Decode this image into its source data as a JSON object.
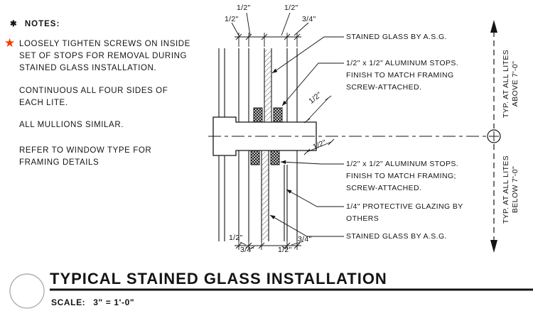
{
  "colors": {
    "ink": "#141414",
    "star": "#f23b00",
    "bubble_gray": "#b0b0b0"
  },
  "icons": {
    "asterisk": "✱",
    "star": "★"
  },
  "notes": {
    "heading": "NOTES:",
    "starred": [
      "LOOSELY TIGHTEN SCREWS ON INSIDE",
      "SET OF STOPS FOR REMOVAL DURING",
      "STAINED GLASS INSTALLATION."
    ],
    "continuous": [
      "CONTINUOUS ALL FOUR SIDES OF",
      "EACH LITE."
    ],
    "mullions": [
      "ALL MULLIONS SIMILAR."
    ],
    "refer": [
      "REFER TO WINDOW TYPE FOR",
      "FRAMING DETAILS"
    ]
  },
  "dimensions": {
    "top_row1": [
      "1/2\"",
      "1/2\""
    ],
    "top_row2": [
      "1/2\"",
      "3/4\""
    ],
    "bottom_row1": [
      "1/2\"",
      "3/4\""
    ],
    "bottom_row2": [
      "3/4\"",
      "1/2\""
    ],
    "mullion_upper": "1/2\"",
    "mullion_lower": "1/2\""
  },
  "callouts": {
    "glass_top": [
      "STAINED GLASS BY A.S.G."
    ],
    "stops_top": [
      "1/2\" x 1/2\" ALUMINUM STOPS.",
      "FINISH TO MATCH FRAMING",
      "SCREW-ATTACHED."
    ],
    "stops_bottom": [
      "1/2\" x 1/2\" ALUMINUM STOPS.",
      "FINISH TO MATCH FRAMING;",
      "SCREW-ATTACHED."
    ],
    "glazing": [
      "1/4\" PROTECTIVE GLAZING BY",
      "OTHERS"
    ],
    "glass_bottom": [
      "STAINED GLASS BY A.S.G."
    ]
  },
  "side_dimension": {
    "above": [
      "TYP. AT ALL LITES",
      "ABOVE 7'-0\""
    ],
    "below": [
      "TYP. AT ALL LITES",
      "BELOW 7'-0\""
    ]
  },
  "title_block": {
    "title": "TYPICAL STAINED GLASS INSTALLATION",
    "scale_label": "SCALE:",
    "scale_value": "3\" = 1'-0\""
  }
}
